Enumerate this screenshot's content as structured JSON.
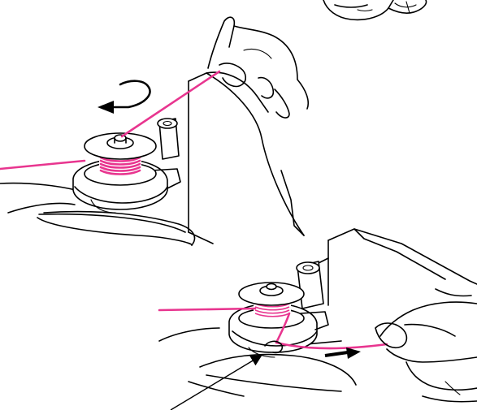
{
  "colors": {
    "thread": "#e8358f",
    "ink": "#000000",
    "background": "#ffffff"
  },
  "illustration": {
    "panels": [
      {
        "name": "inset-bobbin-case-corner"
      },
      {
        "name": "step-insert-bobbin-counterclockwise"
      },
      {
        "name": "step-pull-thread-through-slot"
      }
    ],
    "icons": [
      "counterclockwise-arrow-icon",
      "pull-direction-arrow-icon",
      "leader-pointer-arrow"
    ]
  }
}
